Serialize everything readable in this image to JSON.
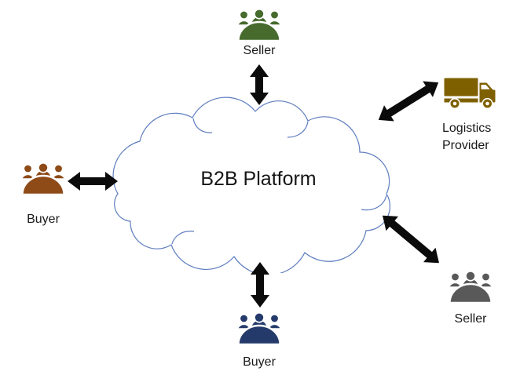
{
  "diagram": {
    "title": "B2B Platform",
    "cloud": {
      "outline_color": "#5E7DBF",
      "fill_color": "#FFFFFF"
    },
    "nodes": [
      {
        "label": "Seller",
        "icon": "people-group-icon",
        "color": "#466B2C",
        "position": "top"
      },
      {
        "label": "Logistics Provider",
        "icon": "delivery-truck-icon",
        "color": "#7F6000",
        "position": "top-right"
      },
      {
        "label": "Buyer",
        "icon": "people-group-icon",
        "color": "#8E4A17",
        "position": "left"
      },
      {
        "label": "Seller",
        "icon": "people-group-icon",
        "color": "#595959",
        "position": "bottom-right"
      },
      {
        "label": "Buyer",
        "icon": "people-group-icon",
        "color": "#233A6B",
        "position": "bottom"
      }
    ],
    "arrows": {
      "type": "bidirectional",
      "color": "#0B0B0B",
      "count": 5
    },
    "text_color": "#191919"
  }
}
